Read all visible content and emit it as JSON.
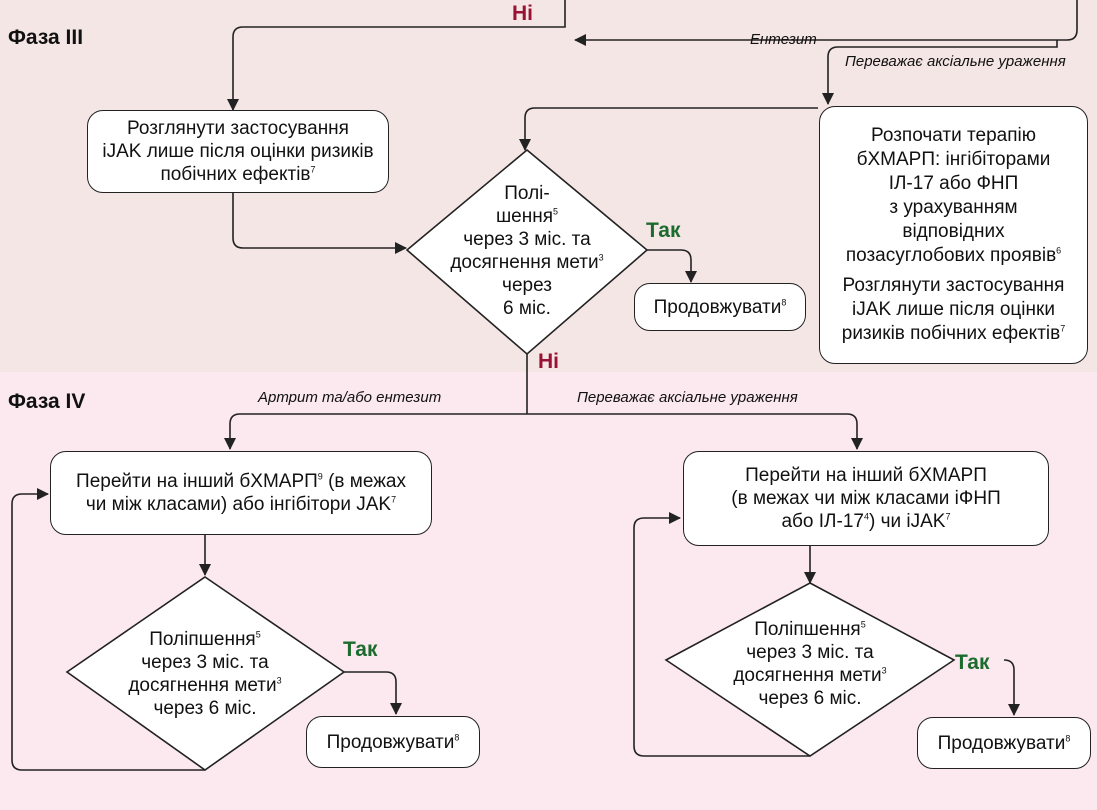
{
  "phases": {
    "phase3": "Фаза III",
    "phase4": "Фаза IV"
  },
  "branch_labels": {
    "enthesitis": "Ентезит",
    "axial_top": "Переважає аксіальне ураження",
    "arthritis": "Артрит та/або ентезит",
    "axial_bottom": "Переважає аксіальне ураження"
  },
  "answers": {
    "no": "Ні",
    "yes": "Так"
  },
  "boxes": {
    "jak_consider": {
      "l1": "Розглянути застосування",
      "l2": "iJAK лише після оцінки ризиків",
      "l3": "побічних ефектів",
      "sup3": "7"
    },
    "bdmard_start": {
      "l1": "Розпочати терапію",
      "l2": "бХМАРП: інгібіторами",
      "l3": "ІЛ-17 або ФНП",
      "l4": "з урахуванням",
      "l5": "відповідних",
      "l6": "позасуглобових проявів",
      "sup6": "6",
      "l7": "Розглянути застосування",
      "l8": "iJAK лише після оцінки",
      "l9": "ризиків побічних ефектів",
      "sup9": "7"
    },
    "switch_left": {
      "l1a": "Перейти на інший бХМАРП",
      "sup1": "9",
      "l1b": " (в межах",
      "l2": "чи між класами) або інгібітори JAK",
      "sup2": "7"
    },
    "switch_right": {
      "l1": "Перейти на інший бХМАРП",
      "l2": "(в межах чи між класами іФНП",
      "l3a": "або ІЛ-17",
      "sup3": "4",
      "l3b": ") чи iJAK",
      "sup3b": "7"
    },
    "continue": {
      "text": "Продовжувати",
      "sup": "8"
    }
  },
  "diamonds": {
    "top": {
      "l1": "Полі-",
      "l2": "шення",
      "sup2": "5",
      "l3": "через 3 міс. та",
      "l4": "досягнення мети",
      "sup4": "3",
      "l5": "через",
      "l6": "6 міс."
    },
    "bottom": {
      "l1": "Поліпшення",
      "sup1": "5",
      "l2": "через 3 міс. та",
      "l3": "досягнення мети",
      "sup3": "3",
      "l4": "через 6 міс."
    }
  }
}
